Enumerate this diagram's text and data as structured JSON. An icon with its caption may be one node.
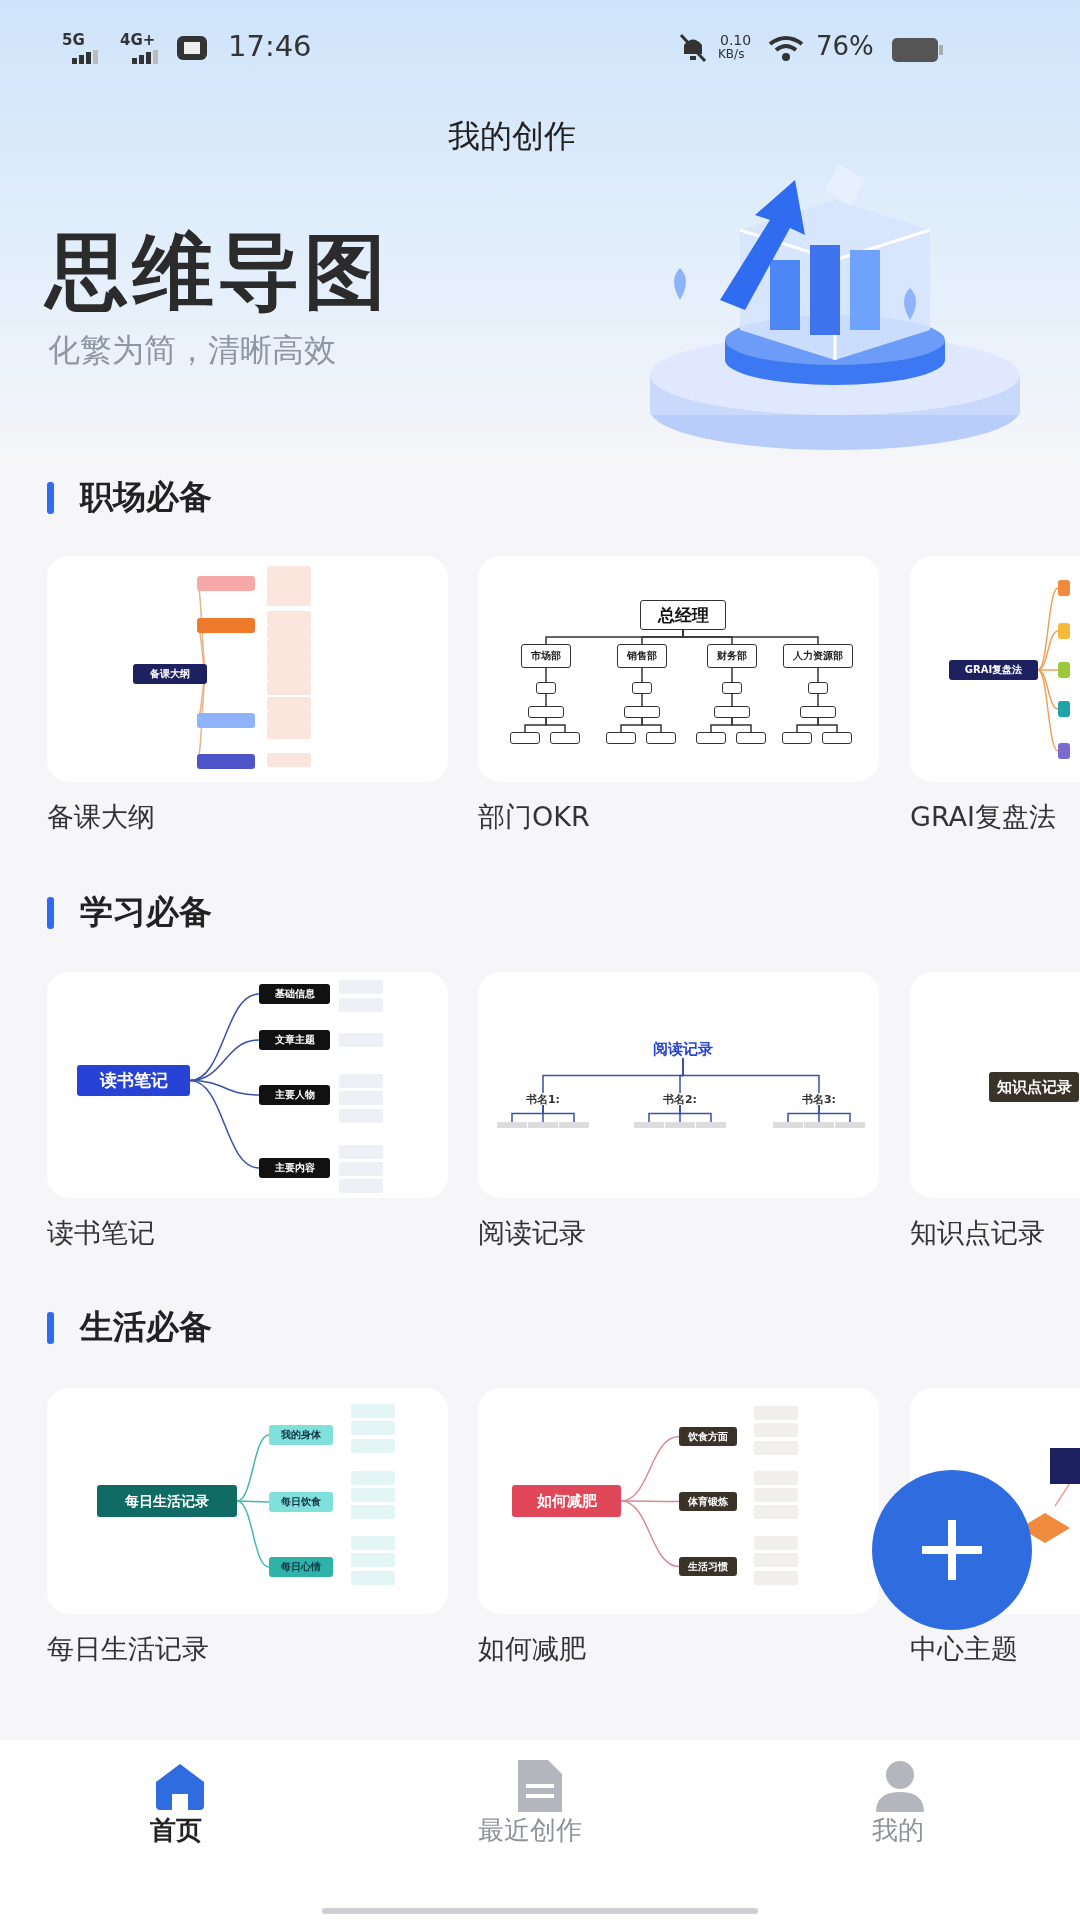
{
  "diagram": {
    "nodes": [
      {
        "text": [
          "备课大纲"
        ]
      },
      {
        "text": [],
        "shape": "box"
      },
      {
        "text": [],
        "shape": "box"
      },
      {
        "text": [],
        "shape": "box"
      },
      {
        "text": [],
        "shape": "box"
      },
      {
        "text": [
          "总经理"
        ]
      },
      {
        "text": [
          "市场部"
        ]
      },
      {
        "text": [
          "销售部"
        ]
      },
      {
        "text": [
          "财务部"
        ]
      },
      {
        "text": [
          "人力资源部"
        ]
      },
      {
        "text": [],
        "shape": "box"
      },
      {
        "text": [],
        "shape": "box"
      },
      {
        "text": [],
        "shape": "box"
      },
      {
        "text": [],
        "shape": "box"
      },
      {
        "text": [],
        "shape": "box"
      },
      {
        "text": [],
        "shape": "box"
      },
      {
        "text": [],
        "shape": "box"
      },
      {
        "text": [],
        "shape": "box"
      },
      {
        "text": [],
        "shape": "box"
      },
      {
        "text": [],
        "shape": "box"
      },
      {
        "text": [],
        "shape": "box"
      },
      {
        "text": [],
        "shape": "box"
      },
      {
        "text": [],
        "shape": "box"
      },
      {
        "text": [],
        "shape": "box"
      },
      {
        "text": [],
        "shape": "box"
      },
      {
        "text": [],
        "shape": "box"
      },
      {
        "text": [
          "GRAI复盘法"
        ]
      },
      {
        "text": [],
        "shape": "box"
      },
      {
        "text": [],
        "shape": "box"
      },
      {
        "text": [],
        "shape": "box"
      },
      {
        "text": [],
        "shape": "box"
      },
      {
        "text": [],
        "shape": "box"
      },
      {
        "text": [
          "读书笔记"
        ]
      },
      {
        "text": [
          "基础信息"
        ]
      },
      {
        "text": [
          "文章主题"
        ]
      },
      {
        "text": [
          "主要人物"
        ]
      },
      {
        "text": [
          "主要内容"
        ]
      },
      {
        "text": [
          "阅读记录"
        ]
      },
      {
        "text": [
          "书名1:"
        ]
      },
      {
        "text": [
          "书名2:"
        ]
      },
      {
        "text": [
          "书名3:"
        ]
      },
      {
        "text": [],
        "shape": "bar"
      },
      {
        "text": [],
        "shape": "bar"
      },
      {
        "text": [],
        "shape": "bar"
      },
      {
        "text": [],
        "shape": "bar"
      },
      {
        "text": [],
        "shape": "bar"
      },
      {
        "text": [],
        "shape": "bar"
      },
      {
        "text": [],
        "shape": "bar"
      },
      {
        "text": [],
        "shape": "bar"
      },
      {
        "text": [],
        "shape": "bar"
      },
      {
        "text": [
          "知识点记录"
        ]
      },
      {
        "text": [
          "每日生活记录"
        ]
      },
      {
        "text": [
          "我的身体"
        ]
      },
      {
        "text": [
          "每日饮食"
        ]
      },
      {
        "text": [
          "每日心情"
        ]
      },
      {
        "text": [
          "如何减肥"
        ]
      },
      {
        "text": [
          "饮食方面"
        ]
      },
      {
        "text": [
          "体育锻炼"
        ]
      },
      {
        "text": [
          "生活习惯"
        ]
      }
    ],
    "edges": [
      {
        "from": 0,
        "to": 1,
        "arrow": "none",
        "color": "#e7b48c"
      },
      {
        "from": 0,
        "to": 2,
        "arrow": "none",
        "color": "#e7b48c"
      },
      {
        "from": 0,
        "to": 3,
        "arrow": "none",
        "color": "#e7b48c"
      },
      {
        "from": 0,
        "to": 4,
        "arrow": "none",
        "color": "#e7b48c"
      },
      {
        "from": 5,
        "to": 6,
        "arrow": "none"
      },
      {
        "from": 5,
        "to": 7,
        "arrow": "none"
      },
      {
        "from": 5,
        "to": 8,
        "arrow": "none"
      },
      {
        "from": 5,
        "to": 9,
        "arrow": "none"
      },
      {
        "from": 6,
        "to": 10,
        "arrow": "none"
      },
      {
        "from": 10,
        "to": 11,
        "arrow": "none"
      },
      {
        "from": 11,
        "to": 12,
        "arrow": "none"
      },
      {
        "from": 11,
        "to": 13,
        "arrow": "none"
      },
      {
        "from": 7,
        "to": 14,
        "arrow": "none"
      },
      {
        "from": 14,
        "to": 15,
        "arrow": "none"
      },
      {
        "from": 15,
        "to": 16,
        "arrow": "none"
      },
      {
        "from": 15,
        "to": 17,
        "arrow": "none"
      },
      {
        "from": 8,
        "to": 18,
        "arrow": "none"
      },
      {
        "from": 18,
        "to": 19,
        "arrow": "none"
      },
      {
        "from": 19,
        "to": 20,
        "arrow": "none"
      },
      {
        "from": 19,
        "to": 21,
        "arrow": "none"
      },
      {
        "from": 9,
        "to": 22,
        "arrow": "none"
      },
      {
        "from": 22,
        "to": 23,
        "arrow": "none"
      },
      {
        "from": 23,
        "to": 24,
        "arrow": "none"
      },
      {
        "from": 23,
        "to": 25,
        "arrow": "none"
      },
      {
        "from": 26,
        "to": 27,
        "arrow": "none",
        "color": "#f0a15a"
      },
      {
        "from": 26,
        "to": 28,
        "arrow": "none",
        "color": "#f0a15a"
      },
      {
        "from": 26,
        "to": 29,
        "arrow": "none",
        "color": "#f0a15a"
      },
      {
        "from": 26,
        "to": 30,
        "arrow": "none",
        "color": "#f0a15a"
      },
      {
        "from": 26,
        "to": 31,
        "arrow": "none",
        "color": "#f0a15a"
      },
      {
        "from": 32,
        "to": 33,
        "arrow": "none",
        "color": "#3a4fa8"
      },
      {
        "from": 32,
        "to": 34,
        "arrow": "none",
        "color": "#3a4fa8"
      },
      {
        "from": 32,
        "to": 35,
        "arrow": "none",
        "color": "#3a4fa8"
      },
      {
        "from": 32,
        "to": 36,
        "arrow": "none",
        "color": "#3a4fa8"
      },
      {
        "from": 37,
        "to": 38,
        "arrow": "none",
        "color": "#3a4fa8"
      },
      {
        "from": 37,
        "to": 39,
        "arrow": "none",
        "color": "#3a4fa8"
      },
      {
        "from": 37,
        "to": 40,
        "arrow": "none",
        "color": "#3a4fa8"
      },
      {
        "from": 38,
        "to": 41,
        "arrow": "none",
        "color": "#3a4fa8"
      },
      {
        "from": 38,
        "to": 42,
        "arrow": "none",
        "color": "#3a4fa8"
      },
      {
        "from": 38,
        "to": 43,
        "arrow": "none",
        "color": "#3a4fa8"
      },
      {
        "from": 39,
        "to": 44,
        "arrow": "none",
        "color": "#3a4fa8"
      },
      {
        "from": 39,
        "to": 45,
        "arrow": "none",
        "color": "#3a4fa8"
      },
      {
        "from": 39,
        "to": 46,
        "arrow": "none",
        "color": "#3a4fa8"
      },
      {
        "from": 40,
        "to": 47,
        "arrow": "none",
        "color": "#3a4fa8"
      },
      {
        "from": 40,
        "to": 48,
        "arrow": "none",
        "color": "#3a4fa8"
      },
      {
        "from": 40,
        "to": 49,
        "arrow": "none",
        "color": "#3a4fa8"
      },
      {
        "from": 51,
        "to": 52,
        "arrow": "none",
        "color": "#45b8ae"
      },
      {
        "from": 51,
        "to": 53,
        "arrow": "none",
        "color": "#45b8ae"
      },
      {
        "from": 51,
        "to": 54,
        "arrow": "none",
        "color": "#45b8ae"
      },
      {
        "from": 55,
        "to": 56,
        "arrow": "none",
        "color": "#d98a92"
      },
      {
        "from": 55,
        "to": 57,
        "arrow": "none",
        "color": "#d98a92"
      },
      {
        "from": 55,
        "to": 58,
        "arrow": "none",
        "color": "#d98a92"
      }
    ],
    "labels": [
      "5G",
      "4G+",
      "17:46",
      "0.10",
      "KB/s",
      "76%",
      "我的创作",
      "思维导图",
      "化繁为简，清晰高效",
      "职场必备",
      "备课大纲",
      "部门OKR",
      "GRAI复盘法",
      "学习必备",
      "读书笔记",
      "阅读记录",
      "知识点记录",
      "生活必备",
      "每日生活记录",
      "如何减肥",
      "中心主题",
      "首页",
      "最近创作",
      "我的"
    ]
  }
}
